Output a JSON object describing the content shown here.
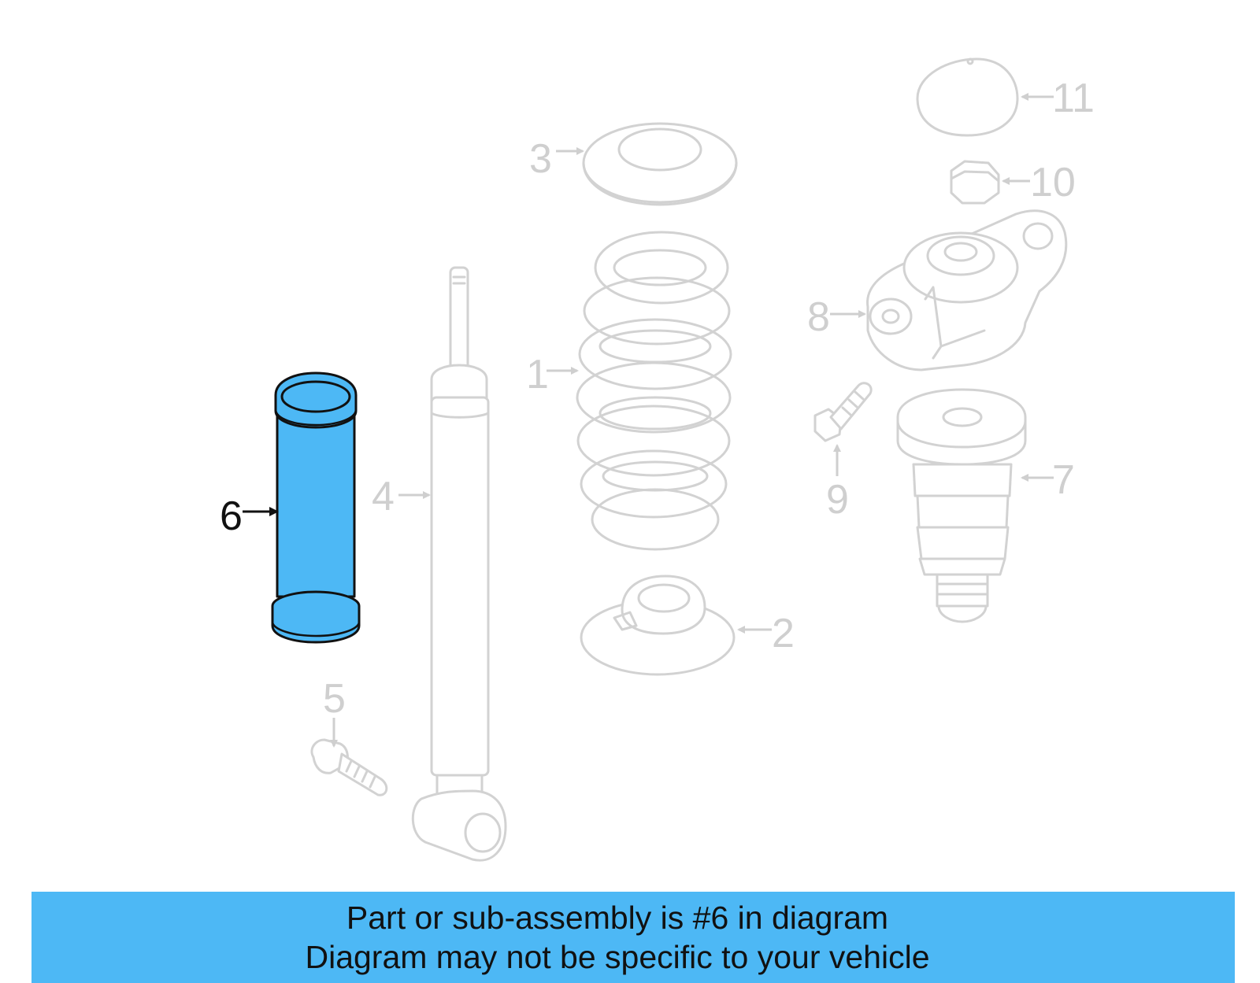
{
  "callouts": {
    "part_1": "1",
    "part_2": "2",
    "part_3": "3",
    "part_4": "4",
    "part_5": "5",
    "part_6": "6",
    "part_7": "7",
    "part_8": "8",
    "part_9": "9",
    "part_10": "10",
    "part_11": "11"
  },
  "highlighted_part": "6",
  "colors": {
    "highlight": "#4db8f5",
    "inactive": "#d2d2d2",
    "active_text": "#111111"
  },
  "banner": {
    "line1": "Part or sub-assembly is #6 in diagram",
    "line2": "Diagram may not be specific to your vehicle"
  }
}
